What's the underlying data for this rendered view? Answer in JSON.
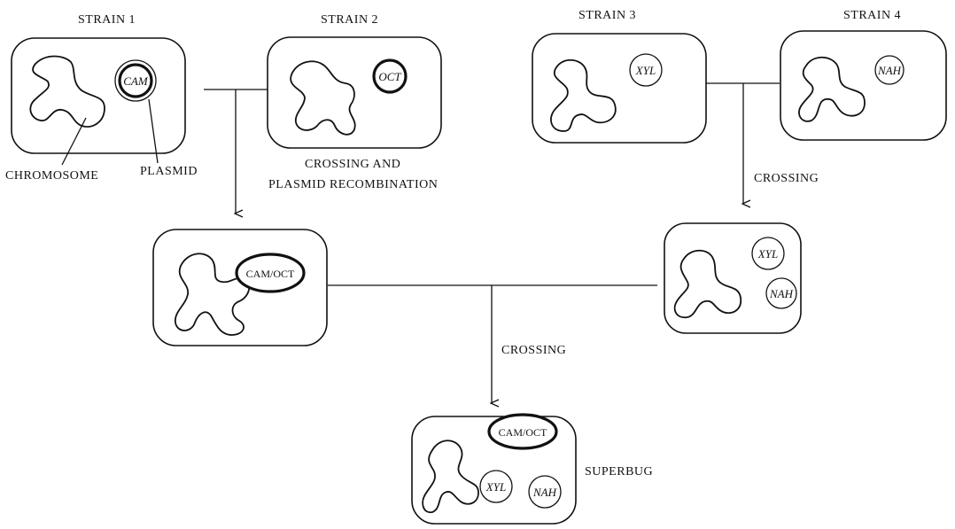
{
  "strains": [
    {
      "label": "STRAIN 1",
      "plasmid": "CAM"
    },
    {
      "label": "STRAIN 2",
      "plasmid": "OCT"
    },
    {
      "label": "STRAIN 3",
      "plasmid": "XYL"
    },
    {
      "label": "STRAIN 4",
      "plasmid": "NAH"
    }
  ],
  "callouts": {
    "chromosome": "CHROMOSOME",
    "plasmid": "PLASMID"
  },
  "steps": {
    "cross_recombine_line1": "CROSSING AND",
    "cross_recombine_line2": "PLASMID RECOMBINATION",
    "crossing_right": "CROSSING",
    "crossing_bottom": "CROSSING"
  },
  "intermediates": {
    "left_plasmid": "CAM/OCT",
    "right_plasmid_1": "XYL",
    "right_plasmid_2": "NAH"
  },
  "result": {
    "plasmid_1": "CAM/OCT",
    "plasmid_2": "XYL",
    "plasmid_3": "NAH",
    "label": "SUPERBUG"
  }
}
